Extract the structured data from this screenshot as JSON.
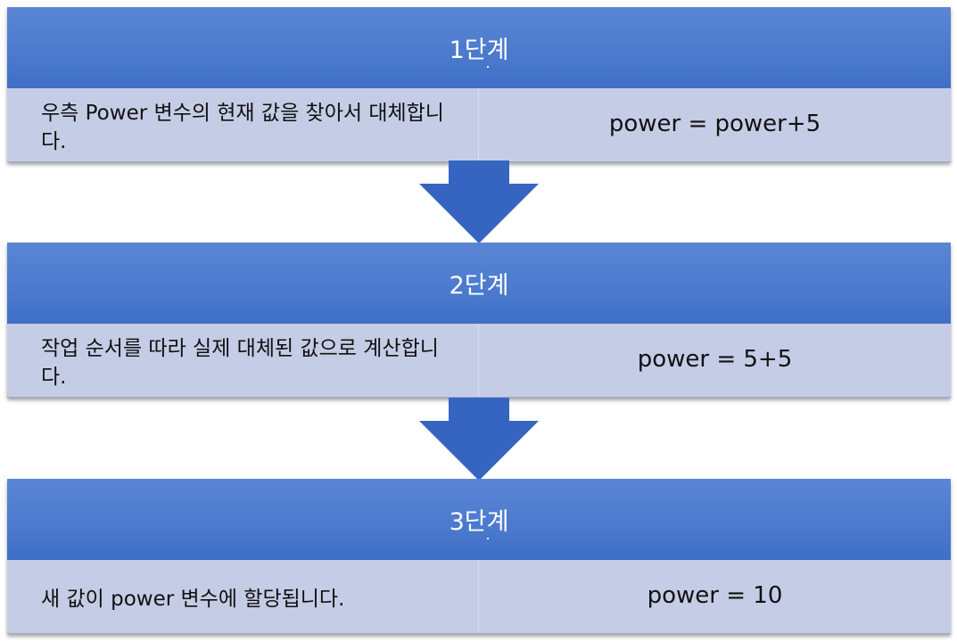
{
  "steps": [
    {
      "title": "1단계",
      "description": "우측 Power 변수의 현재 값을 찾아서 대체합니다.",
      "expression": "power = power+5"
    },
    {
      "title": "2단계",
      "description": "작업 순서를 따라 실제 대체된 값으로 계산합니다.",
      "expression": "power = 5+5"
    },
    {
      "title": "3단계",
      "description": "새 값이 power 변수에 할당됩니다.",
      "expression": "power = 10"
    }
  ],
  "colors": {
    "header": "#4c7bce",
    "body": "#c5cde6",
    "arrow": "#3565c0"
  }
}
